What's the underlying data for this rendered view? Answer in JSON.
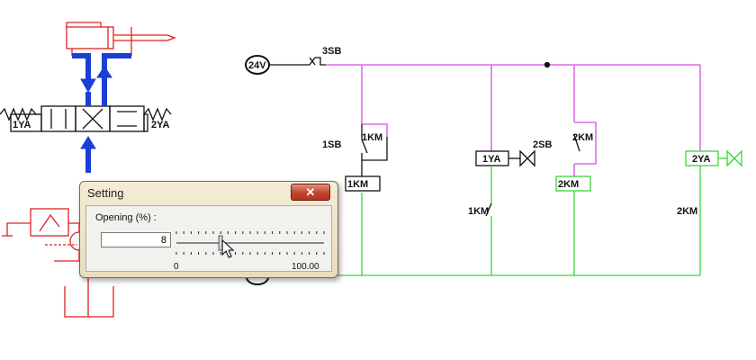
{
  "circuit": {
    "supply_label": "24V",
    "cylinder": {},
    "valve": {
      "left_coil": "1YA",
      "right_coil": "2YA"
    },
    "switches": {
      "s3sb": "3SB",
      "s1sb": "1SB",
      "s2sb": "2SB"
    },
    "relay_contacts": {
      "km1_hold": "1KM",
      "km1_coil": "1KM",
      "ya1_coil": "1YA",
      "km1_nc": "1KM",
      "km2_hold": "2KM",
      "km2_coil": "2KM",
      "ya2_coil": "2YA",
      "km2_nc": "2KM"
    },
    "colors": {
      "hydraulic": "#e02020",
      "flow": "#1a3fd6",
      "control": "#d34fe0",
      "load": "#3ad63a"
    }
  },
  "dialog": {
    "title": "Setting",
    "close_glyph": "✕",
    "label": "Opening (%) :",
    "value": "8",
    "slider": {
      "min_label": "0",
      "max_label": "100.00",
      "value_percent": 8
    }
  }
}
